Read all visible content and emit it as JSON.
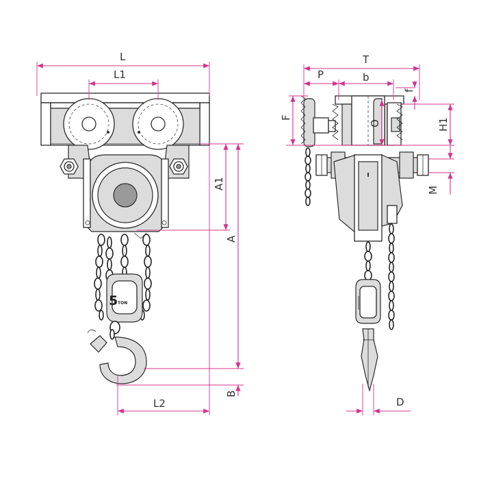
{
  "colors": {
    "dimension": "#d6338a",
    "outline": "#2a2a2a"
  },
  "front_view": {
    "labels": {
      "L": "L",
      "L1": "L1",
      "A1": "A1",
      "A": "A",
      "B": "B",
      "L2": "L2"
    },
    "capacity_badge": {
      "number": "5",
      "unit": "TON"
    }
  },
  "side_view": {
    "labels": {
      "T": "T",
      "P": "P",
      "b": "b",
      "f": "f",
      "F": "F",
      "O": "O",
      "H1": "H1",
      "M": "M",
      "D": "D"
    }
  }
}
